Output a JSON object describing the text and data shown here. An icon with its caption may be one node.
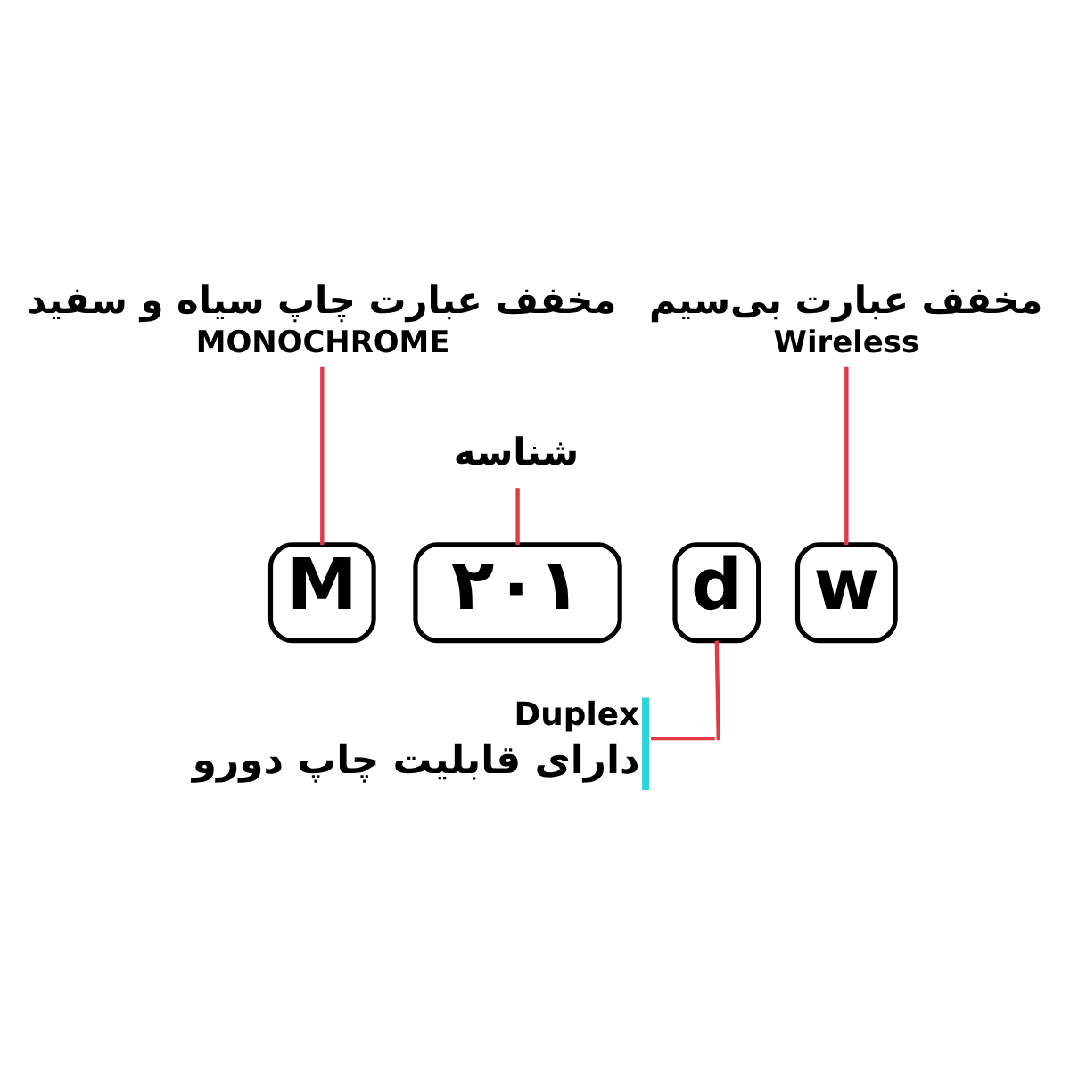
{
  "diagram": {
    "nodes": [
      {
        "text": [
          "مخفف عبارت چاپ سیاه و سفید",
          "MONOCHROME"
        ]
      },
      {
        "text": [
          "مخفف عبارت بی‌سیم",
          "Wireless"
        ]
      },
      {
        "text": [
          "شناسه"
        ]
      },
      {
        "text": [
          "M"
        ]
      },
      {
        "text": [
          "۲۰۱"
        ]
      },
      {
        "text": [
          "d"
        ]
      },
      {
        "text": [
          "w"
        ]
      },
      {
        "text": [
          "Duplex",
          "دارای قابلیت چاپ دورو"
        ]
      }
    ],
    "edges": [
      {
        "from": 0,
        "to": 3,
        "arrow": "none"
      },
      {
        "from": 2,
        "to": 4,
        "arrow": "none"
      },
      {
        "from": 1,
        "to": 6,
        "arrow": "none"
      },
      {
        "from": 7,
        "to": 5,
        "arrow": "none"
      }
    ]
  }
}
